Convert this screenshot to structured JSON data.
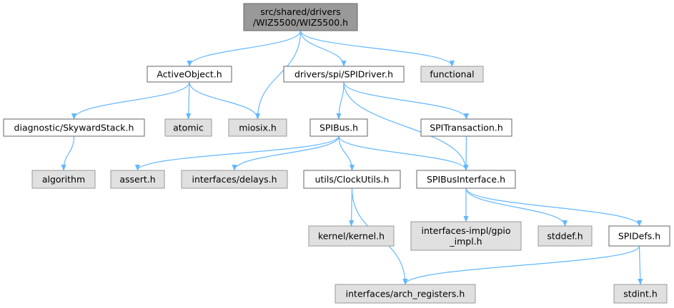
{
  "colors": {
    "root_fill": "#999999",
    "root_stroke": "#666666",
    "node_fill": "#ffffff",
    "node_stroke": "#666666",
    "external_fill": "#e0e0e0",
    "external_stroke": "#999999",
    "edge": "#63b8ff"
  },
  "nodes": [
    {
      "id": "root",
      "label": "src/shared/drivers\n/WIZ5500/WIZ5500.h",
      "kind": "root"
    },
    {
      "id": "activeobject",
      "label": "ActiveObject.h",
      "kind": "local"
    },
    {
      "id": "spidriver",
      "label": "drivers/spi/SPIDriver.h",
      "kind": "local"
    },
    {
      "id": "functional",
      "label": "functional",
      "kind": "external"
    },
    {
      "id": "skywardstack",
      "label": "diagnostic/SkywardStack.h",
      "kind": "local"
    },
    {
      "id": "atomic",
      "label": "atomic",
      "kind": "external"
    },
    {
      "id": "miosix",
      "label": "miosix.h",
      "kind": "external"
    },
    {
      "id": "spibus",
      "label": "SPIBus.h",
      "kind": "local"
    },
    {
      "id": "spitransaction",
      "label": "SPITransaction.h",
      "kind": "local"
    },
    {
      "id": "algorithm",
      "label": "algorithm",
      "kind": "external"
    },
    {
      "id": "assert",
      "label": "assert.h",
      "kind": "external"
    },
    {
      "id": "delays",
      "label": "interfaces/delays.h",
      "kind": "external"
    },
    {
      "id": "clockutils",
      "label": "utils/ClockUtils.h",
      "kind": "local"
    },
    {
      "id": "spibusinterface",
      "label": "SPIBusInterface.h",
      "kind": "local"
    },
    {
      "id": "kernel",
      "label": "kernel/kernel.h",
      "kind": "external"
    },
    {
      "id": "gpioimpl",
      "label": "interfaces-impl/gpio\n_impl.h",
      "kind": "external"
    },
    {
      "id": "stddef",
      "label": "stddef.h",
      "kind": "external"
    },
    {
      "id": "spidefs",
      "label": "SPIDefs.h",
      "kind": "local"
    },
    {
      "id": "archregisters",
      "label": "interfaces/arch_registers.h",
      "kind": "external"
    },
    {
      "id": "stdint",
      "label": "stdint.h",
      "kind": "external"
    }
  ],
  "edges": [
    {
      "from": "root",
      "to": "activeobject"
    },
    {
      "from": "root",
      "to": "miosix"
    },
    {
      "from": "root",
      "to": "spidriver"
    },
    {
      "from": "root",
      "to": "functional"
    },
    {
      "from": "activeobject",
      "to": "skywardstack"
    },
    {
      "from": "activeobject",
      "to": "atomic"
    },
    {
      "from": "activeobject",
      "to": "miosix"
    },
    {
      "from": "skywardstack",
      "to": "algorithm"
    },
    {
      "from": "spidriver",
      "to": "spibus"
    },
    {
      "from": "spidriver",
      "to": "spitransaction"
    },
    {
      "from": "spidriver",
      "to": "spibusinterface"
    },
    {
      "from": "spibus",
      "to": "assert"
    },
    {
      "from": "spibus",
      "to": "delays"
    },
    {
      "from": "spibus",
      "to": "clockutils"
    },
    {
      "from": "spibus",
      "to": "spibusinterface"
    },
    {
      "from": "spitransaction",
      "to": "spibusinterface"
    },
    {
      "from": "clockutils",
      "to": "kernel"
    },
    {
      "from": "clockutils",
      "to": "archregisters"
    },
    {
      "from": "spibusinterface",
      "to": "gpioimpl"
    },
    {
      "from": "spibusinterface",
      "to": "stddef"
    },
    {
      "from": "spibusinterface",
      "to": "spidefs"
    },
    {
      "from": "spidefs",
      "to": "archregisters"
    },
    {
      "from": "spidefs",
      "to": "stdint"
    }
  ]
}
